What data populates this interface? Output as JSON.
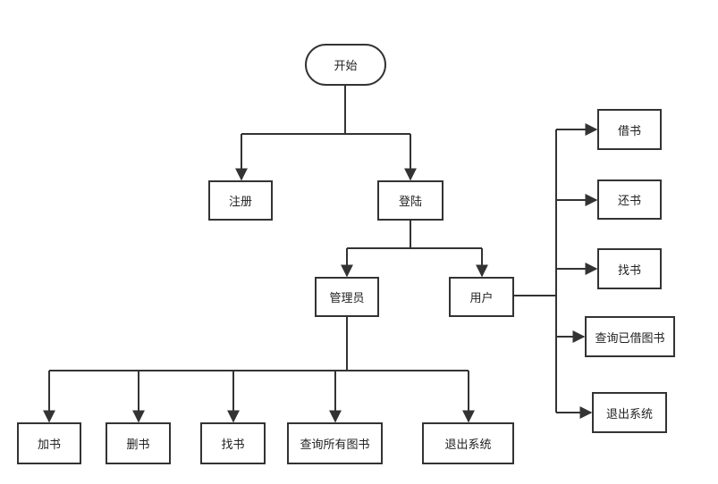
{
  "nodes": {
    "start": "开始",
    "register": "注册",
    "login": "登陆",
    "admin": "管理员",
    "user": "用户",
    "borrow": "借书",
    "return_book": "还书",
    "find_user": "找书",
    "query_borrowed": "查询已借图书",
    "exit_user": "退出系统",
    "add_book": "加书",
    "delete_book": "删书",
    "find_admin": "找书",
    "query_all": "查询所有图书",
    "exit_admin": "退出系统"
  },
  "colors": {
    "line": "#333333",
    "node_border": "#333333",
    "node_fill": "#ffffff",
    "text": "#222222"
  }
}
